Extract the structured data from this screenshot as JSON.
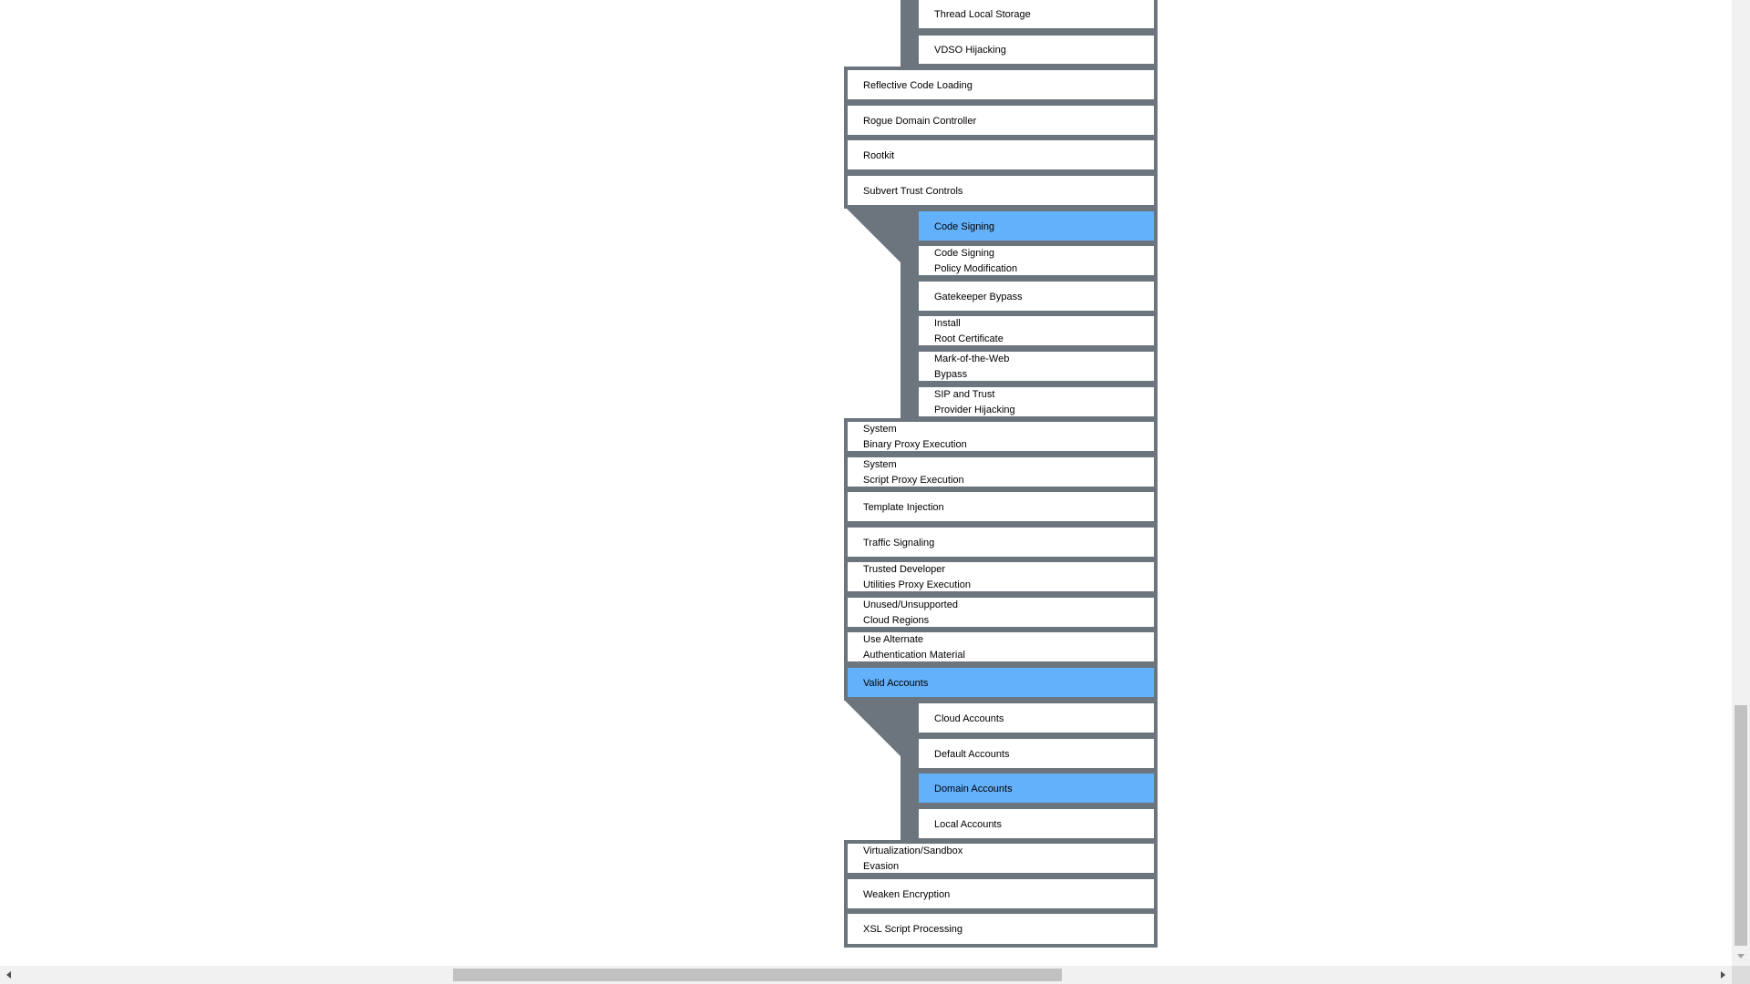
{
  "matrix": {
    "top_subtechniques": [
      {
        "lines": [
          "Thread Local Storage"
        ]
      },
      {
        "lines": [
          "VDSO Hijacking"
        ]
      }
    ],
    "techniques_a": [
      {
        "lines": [
          "Reflective Code Loading"
        ]
      },
      {
        "lines": [
          "Rogue Domain Controller"
        ]
      },
      {
        "lines": [
          "Rootkit"
        ]
      },
      {
        "lines": [
          "Subvert Trust Controls"
        ]
      }
    ],
    "subvert_subtechniques": [
      {
        "lines": [
          "Code Signing"
        ],
        "selected": true
      },
      {
        "lines": [
          "Code Signing",
          "Policy Modification"
        ]
      },
      {
        "lines": [
          "Gatekeeper Bypass"
        ]
      },
      {
        "lines": [
          "Install",
          "Root Certificate"
        ]
      },
      {
        "lines": [
          "Mark-of-the-Web",
          "Bypass"
        ]
      },
      {
        "lines": [
          "SIP and Trust",
          "Provider Hijacking"
        ]
      }
    ],
    "techniques_b": [
      {
        "lines": [
          "System",
          "Binary Proxy Execution"
        ]
      },
      {
        "lines": [
          "System",
          "Script Proxy Execution"
        ]
      },
      {
        "lines": [
          "Template Injection"
        ]
      },
      {
        "lines": [
          "Traffic Signaling"
        ]
      },
      {
        "lines": [
          "Trusted Developer",
          "Utilities Proxy Execution"
        ]
      },
      {
        "lines": [
          "Unused/Unsupported",
          "Cloud Regions"
        ]
      },
      {
        "lines": [
          "Use Alternate",
          "Authentication Material"
        ]
      },
      {
        "lines": [
          "Valid Accounts"
        ],
        "selected": true
      }
    ],
    "valid_accounts_subtechniques": [
      {
        "lines": [
          "Cloud Accounts"
        ]
      },
      {
        "lines": [
          "Default Accounts"
        ]
      },
      {
        "lines": [
          "Domain Accounts"
        ],
        "selected": true
      },
      {
        "lines": [
          "Local Accounts"
        ]
      }
    ],
    "techniques_c": [
      {
        "lines": [
          "Virtualization/Sandbox",
          "Evasion"
        ]
      },
      {
        "lines": [
          "Weaken Encryption"
        ]
      },
      {
        "lines": [
          "XSL Script Processing"
        ]
      }
    ]
  },
  "colors": {
    "border": "#6c757d",
    "highlight": "#64b1fb",
    "background": "#ffffff"
  }
}
